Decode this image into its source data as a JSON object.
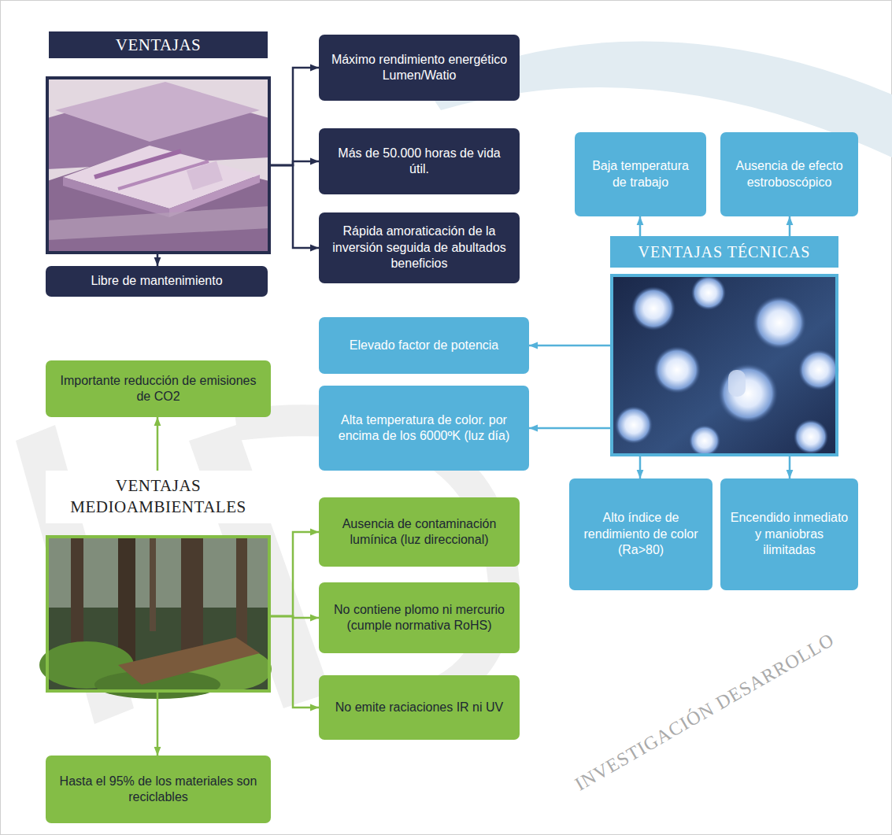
{
  "diagram": {
    "nodes": [
      {
        "text": [
          "VENTAJAS"
        ]
      },
      {
        "text": [
          "Máximo rendimiento energético Lumen/Watio"
        ]
      },
      {
        "text": [
          "Más de 50.000 horas de vida útil."
        ]
      },
      {
        "text": [
          "Rápida amoraticación de la inversión seguida de abultados beneficios"
        ]
      },
      {
        "text": [
          "Libre de mantenimiento"
        ]
      },
      {
        "text": [
          "VENTAJAS TÉCNICAS"
        ]
      },
      {
        "text": [
          "Baja temperatura de trabajo"
        ]
      },
      {
        "text": [
          "Ausencia de efecto estroboscópico"
        ]
      },
      {
        "text": [
          "Elevado factor de potencia"
        ]
      },
      {
        "text": [
          "Alta temperatura de color. por encima de los 6000ºK (luz día)"
        ]
      },
      {
        "text": [
          "Alto índice de rendimiento de color (Ra>80)"
        ]
      },
      {
        "text": [
          "Encendido inmediato y maniobras ilimitadas"
        ]
      },
      {
        "text": [
          "VENTAJAS MEDIOAMBIENTALES"
        ]
      },
      {
        "text": [
          "Importante reducción de emisiones de CO2"
        ]
      },
      {
        "text": [
          "Ausencia de contaminación lumínica (luz direccional)"
        ]
      },
      {
        "text": [
          "No contiene plomo ni mercurio (cumple normativa RoHS)"
        ]
      },
      {
        "text": [
          "No emite raciaciones IR ni UV"
        ]
      },
      {
        "text": [
          "Hasta el 95% de los materiales son reciclables"
        ]
      }
    ],
    "edges": [
      {
        "from": 0,
        "to": 1,
        "arrow": "to"
      },
      {
        "from": 0,
        "to": 2,
        "arrow": "to"
      },
      {
        "from": 0,
        "to": 3,
        "arrow": "to"
      },
      {
        "from": 0,
        "to": 4,
        "arrow": "to"
      },
      {
        "from": 5,
        "to": 6,
        "arrow": "to"
      },
      {
        "from": 5,
        "to": 7,
        "arrow": "to"
      },
      {
        "from": 5,
        "to": 8,
        "arrow": "to"
      },
      {
        "from": 5,
        "to": 9,
        "arrow": "to"
      },
      {
        "from": 5,
        "to": 10,
        "arrow": "to"
      },
      {
        "from": 5,
        "to": 11,
        "arrow": "to"
      },
      {
        "from": 12,
        "to": 13,
        "arrow": "to"
      },
      {
        "from": 12,
        "to": 14,
        "arrow": "to"
      },
      {
        "from": 12,
        "to": 15,
        "arrow": "to"
      },
      {
        "from": 12,
        "to": 16,
        "arrow": "to"
      },
      {
        "from": 12,
        "to": 17,
        "arrow": "to"
      }
    ],
    "labels": [
      "INVESTIGACIÓN DESARROLLO"
    ]
  }
}
